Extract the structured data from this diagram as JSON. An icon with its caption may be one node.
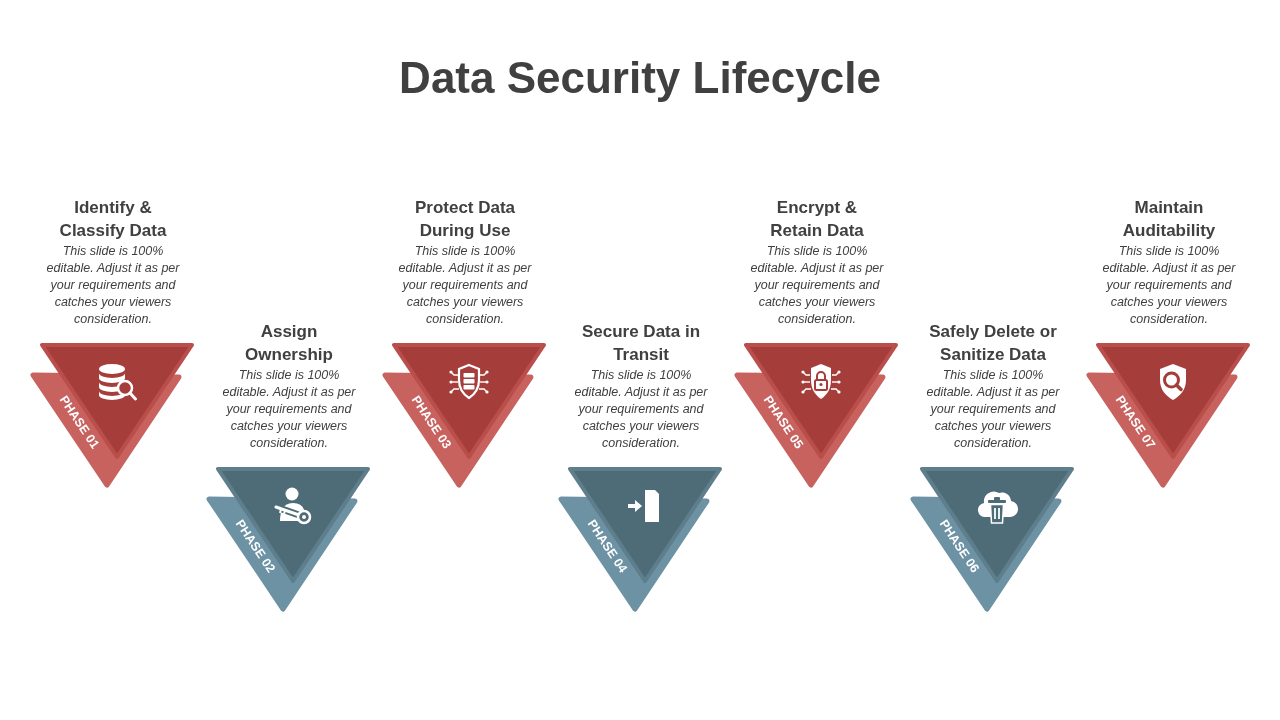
{
  "diagram": {
    "title": "Data Security Lifecycle",
    "nodes": [
      {
        "text": [
          "Identify & Classify Data",
          "This slide is 100% editable. Adjust it as per your requirements and catches your viewers consideration.",
          "PHASE 01"
        ]
      },
      {
        "text": [
          "Assign Ownership",
          "This slide is 100% editable. Adjust it as per your requirements and catches your viewers consideration.",
          "PHASE 02"
        ]
      },
      {
        "text": [
          "Protect Data During Use",
          "This slide is 100% editable. Adjust it as per your requirements and catches your viewers consideration.",
          "PHASE 03"
        ]
      },
      {
        "text": [
          "Secure Data in Transit",
          "This slide is 100% editable. Adjust it as per your requirements and catches your viewers consideration.",
          "PHASE 04"
        ]
      },
      {
        "text": [
          "Encrypt & Retain Data",
          "This slide is 100% editable. Adjust it as per your requirements and catches your viewers consideration.",
          "PHASE 05"
        ]
      },
      {
        "text": [
          "Safely Delete or Sanitize Data",
          "This slide is 100% editable. Adjust it as per your requirements and catches your viewers consideration.",
          "PHASE 06"
        ]
      },
      {
        "text": [
          "Maintain Auditability",
          "This slide is 100% editable. Adjust it as per your requirements and catches your viewers consideration.",
          "PHASE 07"
        ]
      }
    ]
  }
}
